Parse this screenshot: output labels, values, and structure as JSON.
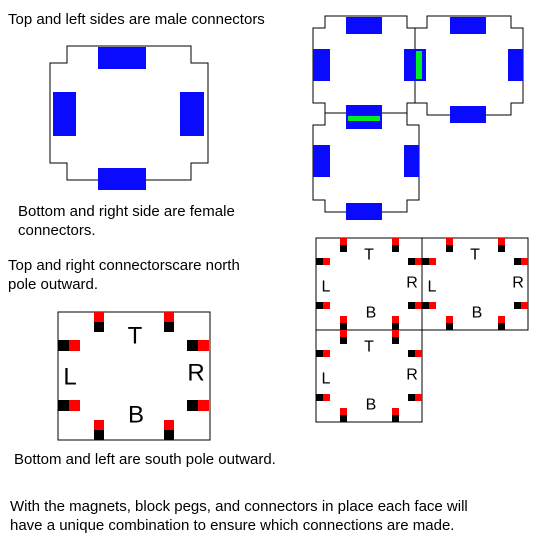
{
  "captions": {
    "male": "Top and left sides are male connectors",
    "female_1": "Bottom and right side are female",
    "female_2": "connectors.",
    "north_1": "Top and right connectorscare north",
    "north_2": "pole outward.",
    "south": "Bottom and left are south pole outward.",
    "footer_1": "With the magnets, block pegs, and connectors in place each face will",
    "footer_2": "have a unique combination to ensure which connections are made."
  },
  "face_labels": {
    "top": "T",
    "left": "L",
    "right": "R",
    "bottom": "B"
  },
  "colors": {
    "connector": "#0a0aff",
    "mated_connector": "#00ee22",
    "north_magnet": "#ff0000",
    "south_magnet": "#000000",
    "outline": "#000000"
  }
}
